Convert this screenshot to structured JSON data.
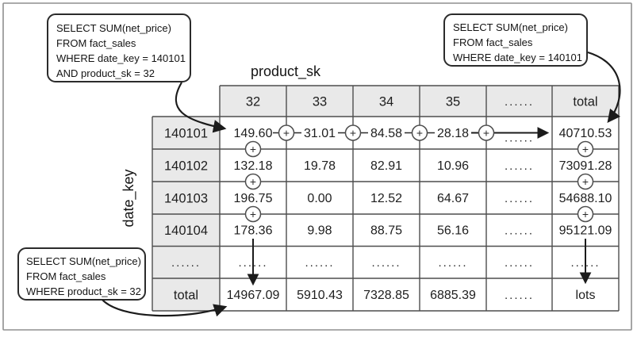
{
  "axes": {
    "columns_label": "product_sk",
    "rows_label": "date_key"
  },
  "callouts": {
    "top_left": {
      "line1": "SELECT SUM(net_price)",
      "line2": "FROM fact_sales",
      "line3": "WHERE date_key = 140101",
      "line4": "AND product_sk = 32"
    },
    "top_right": {
      "line1": "SELECT SUM(net_price)",
      "line2": "FROM fact_sales",
      "line3": "WHERE date_key = 140101"
    },
    "bottom_left": {
      "line1": "SELECT SUM(net_price)",
      "line2": "FROM fact_sales",
      "line3": "WHERE product_sk = 32"
    }
  },
  "table": {
    "col_headers": [
      "32",
      "33",
      "34",
      "35",
      "......",
      "total"
    ],
    "row_headers": [
      "140101",
      "140102",
      "140103",
      "140104",
      "......",
      "total"
    ],
    "rows": [
      [
        "149.60",
        "31.01",
        "84.58",
        "28.18",
        "......",
        "40710.53"
      ],
      [
        "132.18",
        "19.78",
        "82.91",
        "10.96",
        "......",
        "73091.28"
      ],
      [
        "196.75",
        "0.00",
        "12.52",
        "64.67",
        "......",
        "54688.10"
      ],
      [
        "178.36",
        "9.98",
        "88.75",
        "56.16",
        "......",
        "95121.09"
      ],
      [
        "......",
        "......",
        "......",
        "......",
        "......",
        "......"
      ],
      [
        "14967.09",
        "5910.43",
        "7328.85",
        "6885.39",
        "......",
        "lots"
      ]
    ]
  },
  "icons": {
    "plus": "+"
  },
  "colors": {
    "header_fill": "#e9e9e9",
    "grid_stroke": "#4d4d4d",
    "arrow_stroke": "#1b1b1b"
  }
}
